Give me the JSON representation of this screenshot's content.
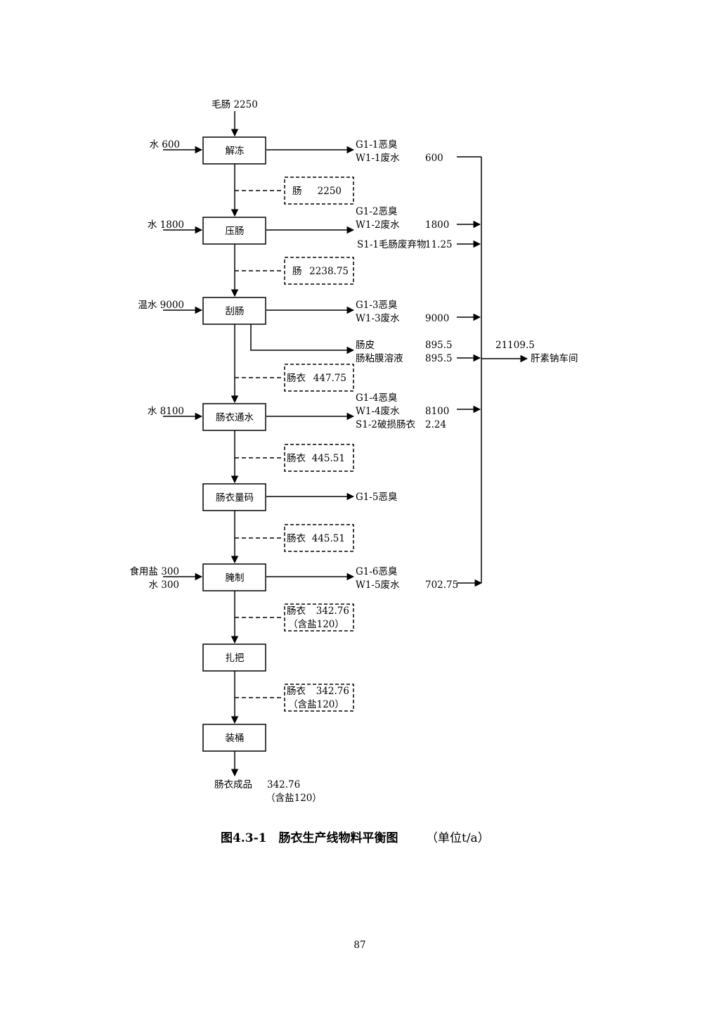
{
  "figure": {
    "caption_bold": "图4.3-1　肠衣生产线物料平衡图",
    "caption_unit": "（单位t/a）",
    "page_number": "87"
  },
  "input": {
    "label": "毛肠 2250"
  },
  "steps": [
    {
      "name": "解冻",
      "inputs": [
        "水 600"
      ]
    },
    {
      "name": "压肠",
      "inputs": [
        "水 1800"
      ]
    },
    {
      "name": "刮肠",
      "inputs": [
        "温水 9000"
      ]
    },
    {
      "name": "肠衣通水",
      "inputs": [
        "水 8100"
      ]
    },
    {
      "name": "肠衣量码",
      "inputs": []
    },
    {
      "name": "腌制",
      "inputs": [
        "食用盐 300",
        "水 300"
      ]
    },
    {
      "name": "扎把",
      "inputs": []
    },
    {
      "name": "装桶",
      "inputs": []
    }
  ],
  "intermediates": [
    {
      "name": "肠",
      "value": "2250",
      "note": ""
    },
    {
      "name": "肠",
      "value": "2238.75",
      "note": ""
    },
    {
      "name": "肠衣",
      "value": "447.75",
      "note": ""
    },
    {
      "name": "肠衣",
      "value": "445.51",
      "note": ""
    },
    {
      "name": "肠衣",
      "value": "445.51",
      "note": ""
    },
    {
      "name": "肠衣",
      "value": "342.76",
      "note": "（含盐120）"
    },
    {
      "name": "肠衣",
      "value": "342.76",
      "note": "（含盐120）"
    }
  ],
  "outputs": [
    {
      "label": "G1-1恶臭",
      "value": ""
    },
    {
      "label": "W1-1废水",
      "value": "600"
    },
    {
      "label": "G1-2恶臭",
      "value": ""
    },
    {
      "label": "W1-2废水",
      "value": "1800"
    },
    {
      "label": "S1-1毛肠废弃物",
      "value": "11.25"
    },
    {
      "label": "G1-3恶臭",
      "value": ""
    },
    {
      "label": "W1-3废水",
      "value": "9000"
    },
    {
      "label": "肠皮",
      "value": "895.5"
    },
    {
      "label": "肠粘膜溶液",
      "value": "895.5"
    },
    {
      "label": "G1-4恶臭",
      "value": ""
    },
    {
      "label": "W1-4废水",
      "value": "8100"
    },
    {
      "label": "S1-2破损肠衣",
      "value": "2.24"
    },
    {
      "label": "G1-5恶臭",
      "value": ""
    },
    {
      "label": "G1-6恶臭",
      "value": ""
    },
    {
      "label": "W1-5废水",
      "value": "702.75"
    }
  ],
  "collector": {
    "total": "21109.5",
    "destination": "肝素钠车间"
  },
  "final_product": {
    "label": "肠衣成品",
    "value": "342.76",
    "note": "（含盐120）"
  }
}
